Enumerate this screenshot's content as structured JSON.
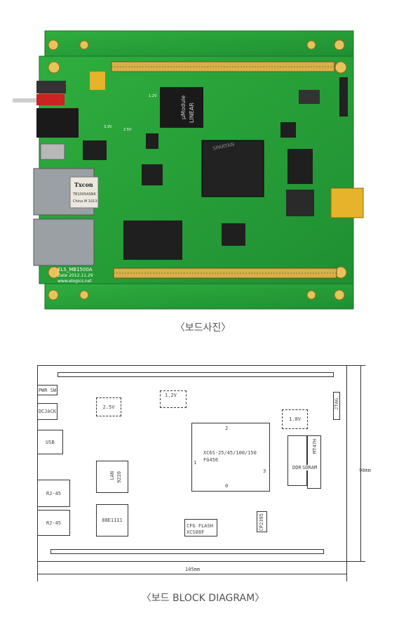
{
  "board_photo": {
    "chips": {
      "fpga_brand": "SPARTAN",
      "power_module_brand": "LINEAR",
      "power_module_name": "µModule",
      "lan_connector_brand": "Txcon",
      "lan_connector_part": "TB1005ASNK",
      "lan_connector_origin": "China M 1013"
    },
    "silkscreen": {
      "model": "ELS_MB1500A",
      "date": "Date 2012.11.29",
      "website": "www.elogics.net",
      "rail_3v3": "3.3V",
      "rail_2v5": "2.5V",
      "rail_1v2": "1.2V"
    }
  },
  "captions": {
    "photo": "〈보드사진〉",
    "diagram": "〈보드 BLOCK DIAGRAM〉"
  },
  "diagram": {
    "pwr_sw": "PWR SW",
    "dc_jack": "DCJACK",
    "usb": "USB",
    "rj45_1": "RJ-45",
    "rj45_2": "RJ-45",
    "reg_2v5": "2.5V",
    "reg_1v2": "1.2V",
    "reg_1v8": "1.8V",
    "lan": "LAN",
    "lan_part": "9220",
    "ethernet": "88E1111",
    "fpga_line1": "XC6S-25/45/100/150",
    "fpga_line2": "FG456",
    "bank0": "0",
    "bank1": "1",
    "bank2": "2",
    "bank3": "3",
    "ddr": "DDR",
    "sdram": "SDRAM",
    "ddr_part": "MT47H",
    "jtag": "JTAG",
    "cfg_flash": "CFG FLASH",
    "cfg_flash_part": "XCS08F",
    "fl_chip": "CP2395",
    "width": "105mm",
    "height": "90mm"
  }
}
